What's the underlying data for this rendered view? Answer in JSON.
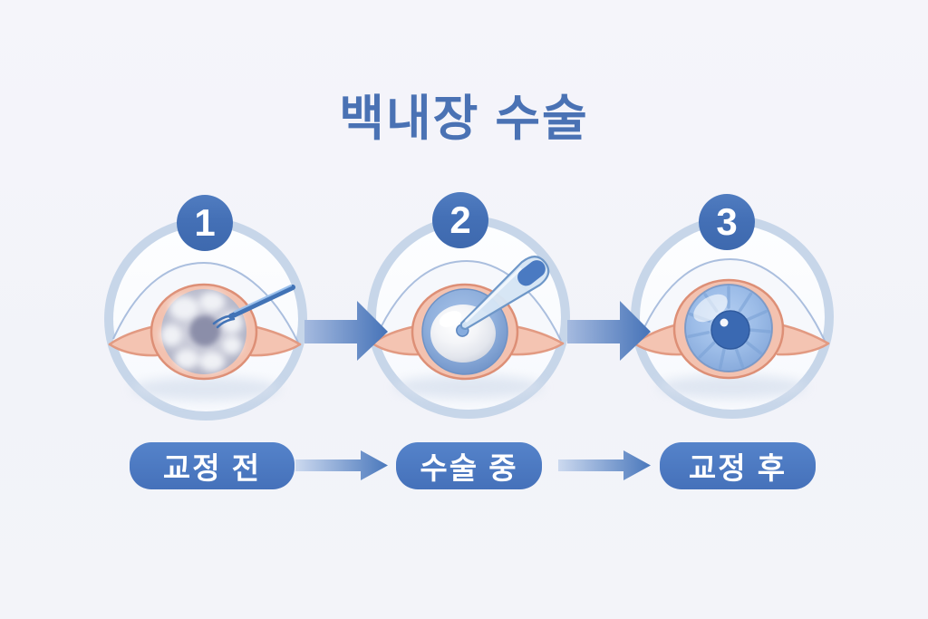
{
  "title": "백내장 수술",
  "steps": [
    {
      "number": "1",
      "label": "교정 전",
      "eye": "cataract-cloudy-lens-with-probe"
    },
    {
      "number": "2",
      "label": "수술 중",
      "eye": "lens-injector-inserting-iol"
    },
    {
      "number": "3",
      "label": "교정 후",
      "eye": "clear-healthy-blue-eye"
    }
  ],
  "icons": {
    "arrow_right": "solid right-pointing block arrow (svg polygon)",
    "arrow_right_thin": "thin gradient right arrow (svg polygon)",
    "surgical_probe": "thin blue forked probe over cloudy lens",
    "lens_injector": "tapered translucent injector tube with blue IOL cartridge"
  },
  "colors": {
    "background": "#f3f4f9",
    "title_blue": "#4a72b4",
    "badge_blue": "#4470b6",
    "label_blue": "#4a78c2",
    "arrow_blue": "#4673b8",
    "circle_ring": "#c7d6e9",
    "eyelid_pink": "#f3c2b0",
    "eyelid_pink_edge": "#dd8f76",
    "iris_blue": "#9dbde8",
    "pupil_blue": "#3a69b2",
    "cataract_gray": "#b9bbca"
  }
}
